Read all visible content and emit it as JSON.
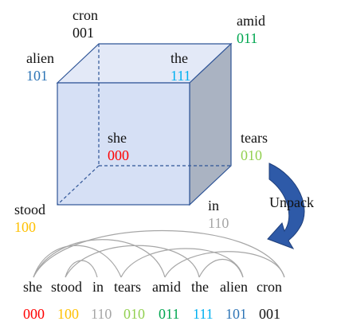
{
  "cube": {
    "corners": [
      {
        "word": "cron",
        "code": "001",
        "color": "#111111"
      },
      {
        "word": "amid",
        "code": "011",
        "color": "#00a650"
      },
      {
        "word": "alien",
        "code": "101",
        "color": "#2e75b6"
      },
      {
        "word": "the",
        "code": "111",
        "color": "#00b0f0"
      },
      {
        "word": "she",
        "code": "000",
        "color": "#ff0000"
      },
      {
        "word": "tears",
        "code": "010",
        "color": "#92d050"
      },
      {
        "word": "stood",
        "code": "100",
        "color": "#ffc000"
      },
      {
        "word": "in",
        "code": "110",
        "color": "#a6a6a6"
      }
    ],
    "front_face_color": "#d6e0f5",
    "right_face_color": "#aab3c2",
    "top_face_color": "#e3e9f7",
    "edge_color": "#2f5597"
  },
  "arrow": {
    "label": "Unpack",
    "color": "#2e5aa8"
  },
  "sentence": {
    "words": [
      "she",
      "stood",
      "in",
      "tears",
      "amid",
      "the",
      "alien",
      "cron"
    ],
    "codes": [
      {
        "code": "000",
        "color": "#ff0000"
      },
      {
        "code": "100",
        "color": "#ffc000"
      },
      {
        "code": "110",
        "color": "#a6a6a6"
      },
      {
        "code": "010",
        "color": "#92d050"
      },
      {
        "code": "011",
        "color": "#00a650"
      },
      {
        "code": "111",
        "color": "#00b0f0"
      },
      {
        "code": "101",
        "color": "#2e75b6"
      },
      {
        "code": "001",
        "color": "#111111"
      }
    ],
    "arc_color": "#a6a6a6"
  }
}
